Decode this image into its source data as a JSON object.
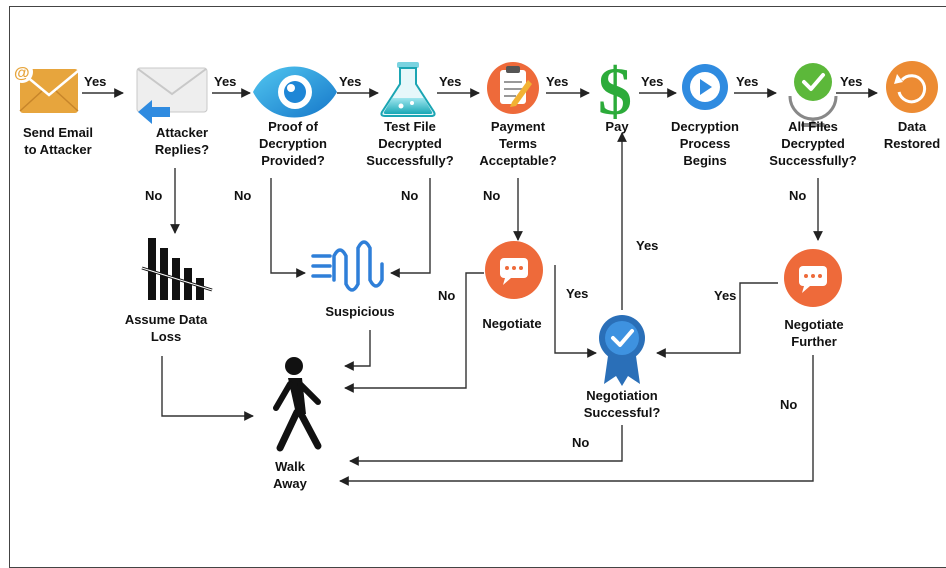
{
  "nodes": {
    "send_email": "Send Email\nto Attacker",
    "attacker_replies": "Attacker\nReplies?",
    "proof": "Proof of\nDecryption\nProvided?",
    "test_file": "Test File\nDecrypted\nSuccessfully?",
    "payment": "Payment\nTerms\nAcceptable?",
    "pay": "Pay",
    "decryption": "Decryption\nProcess\nBegins",
    "all_files": "All Files\nDecrypted\nSuccessfully?",
    "restored": "Data\nRestored",
    "assume_loss": "Assume Data\nLoss",
    "suspicious": "Suspicious",
    "negotiate": "Negotiate",
    "negotiation_success": "Negotiation\nSuccessful?",
    "negotiate_further": "Negotiate\nFurther",
    "walk_away": "Walk\nAway"
  },
  "edges": {
    "e1": "Yes",
    "e2": "Yes",
    "e3": "Yes",
    "e4": "Yes",
    "e5": "Yes",
    "e6": "Yes",
    "e7": "Yes",
    "e8": "Yes",
    "no_replies": "No",
    "no_proof": "No",
    "no_test": "No",
    "no_payment": "No",
    "no_allfiles": "No",
    "yes_negotiate": "Yes",
    "yes_pay": "Yes",
    "yes_further": "Yes",
    "no_negotiate": "No",
    "no_success": "No",
    "no_further": "No"
  },
  "icons": {
    "send_email": "email-at-icon",
    "attacker_replies": "reply-envelope-icon",
    "proof": "eye-icon",
    "test_file": "flask-icon",
    "payment": "clipboard-icon",
    "pay": "dollar-icon",
    "decryption": "play-icon",
    "all_files": "check-globe-icon",
    "restored": "restore-icon",
    "assume_loss": "data-loss-chart-icon",
    "suspicious": "wave-icon",
    "negotiate": "chat-bubble-icon",
    "negotiation_success": "badge-check-icon",
    "negotiate_further": "chat-bubble-icon",
    "walk_away": "walking-person-icon"
  }
}
